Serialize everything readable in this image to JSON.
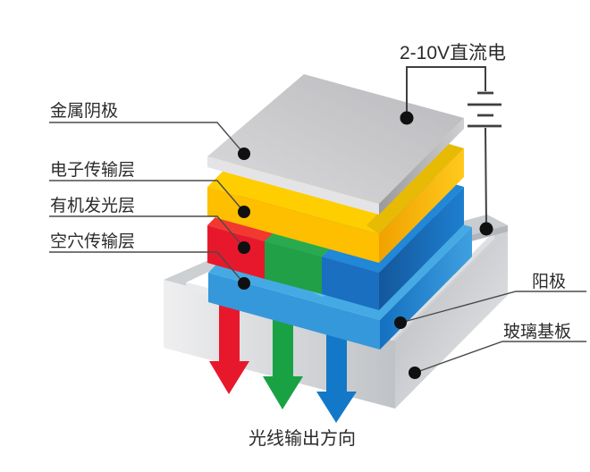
{
  "diagram": {
    "power": {
      "label": "2-10V直流电"
    },
    "output": {
      "label": "光线输出方向"
    },
    "layers": {
      "cathode": {
        "label": "金属阴极",
        "color": "#c6c6c9"
      },
      "etl": {
        "label": "电子传输层",
        "color": "#ffce00"
      },
      "eml": {
        "label": "有机发光层",
        "red": "#e8182c",
        "green": "#21a047",
        "blue": "#2187d8"
      },
      "htl": {
        "label": "空穴传输层",
        "color": "#45aae4"
      },
      "anode": {
        "label": "阳极",
        "color": "#ffffff"
      },
      "substrate": {
        "label": "玻璃基板",
        "color": "#cdd0d3"
      }
    },
    "arrows": {
      "red": "#e8182c",
      "green": "#18a244",
      "blue": "#1478c8"
    }
  }
}
